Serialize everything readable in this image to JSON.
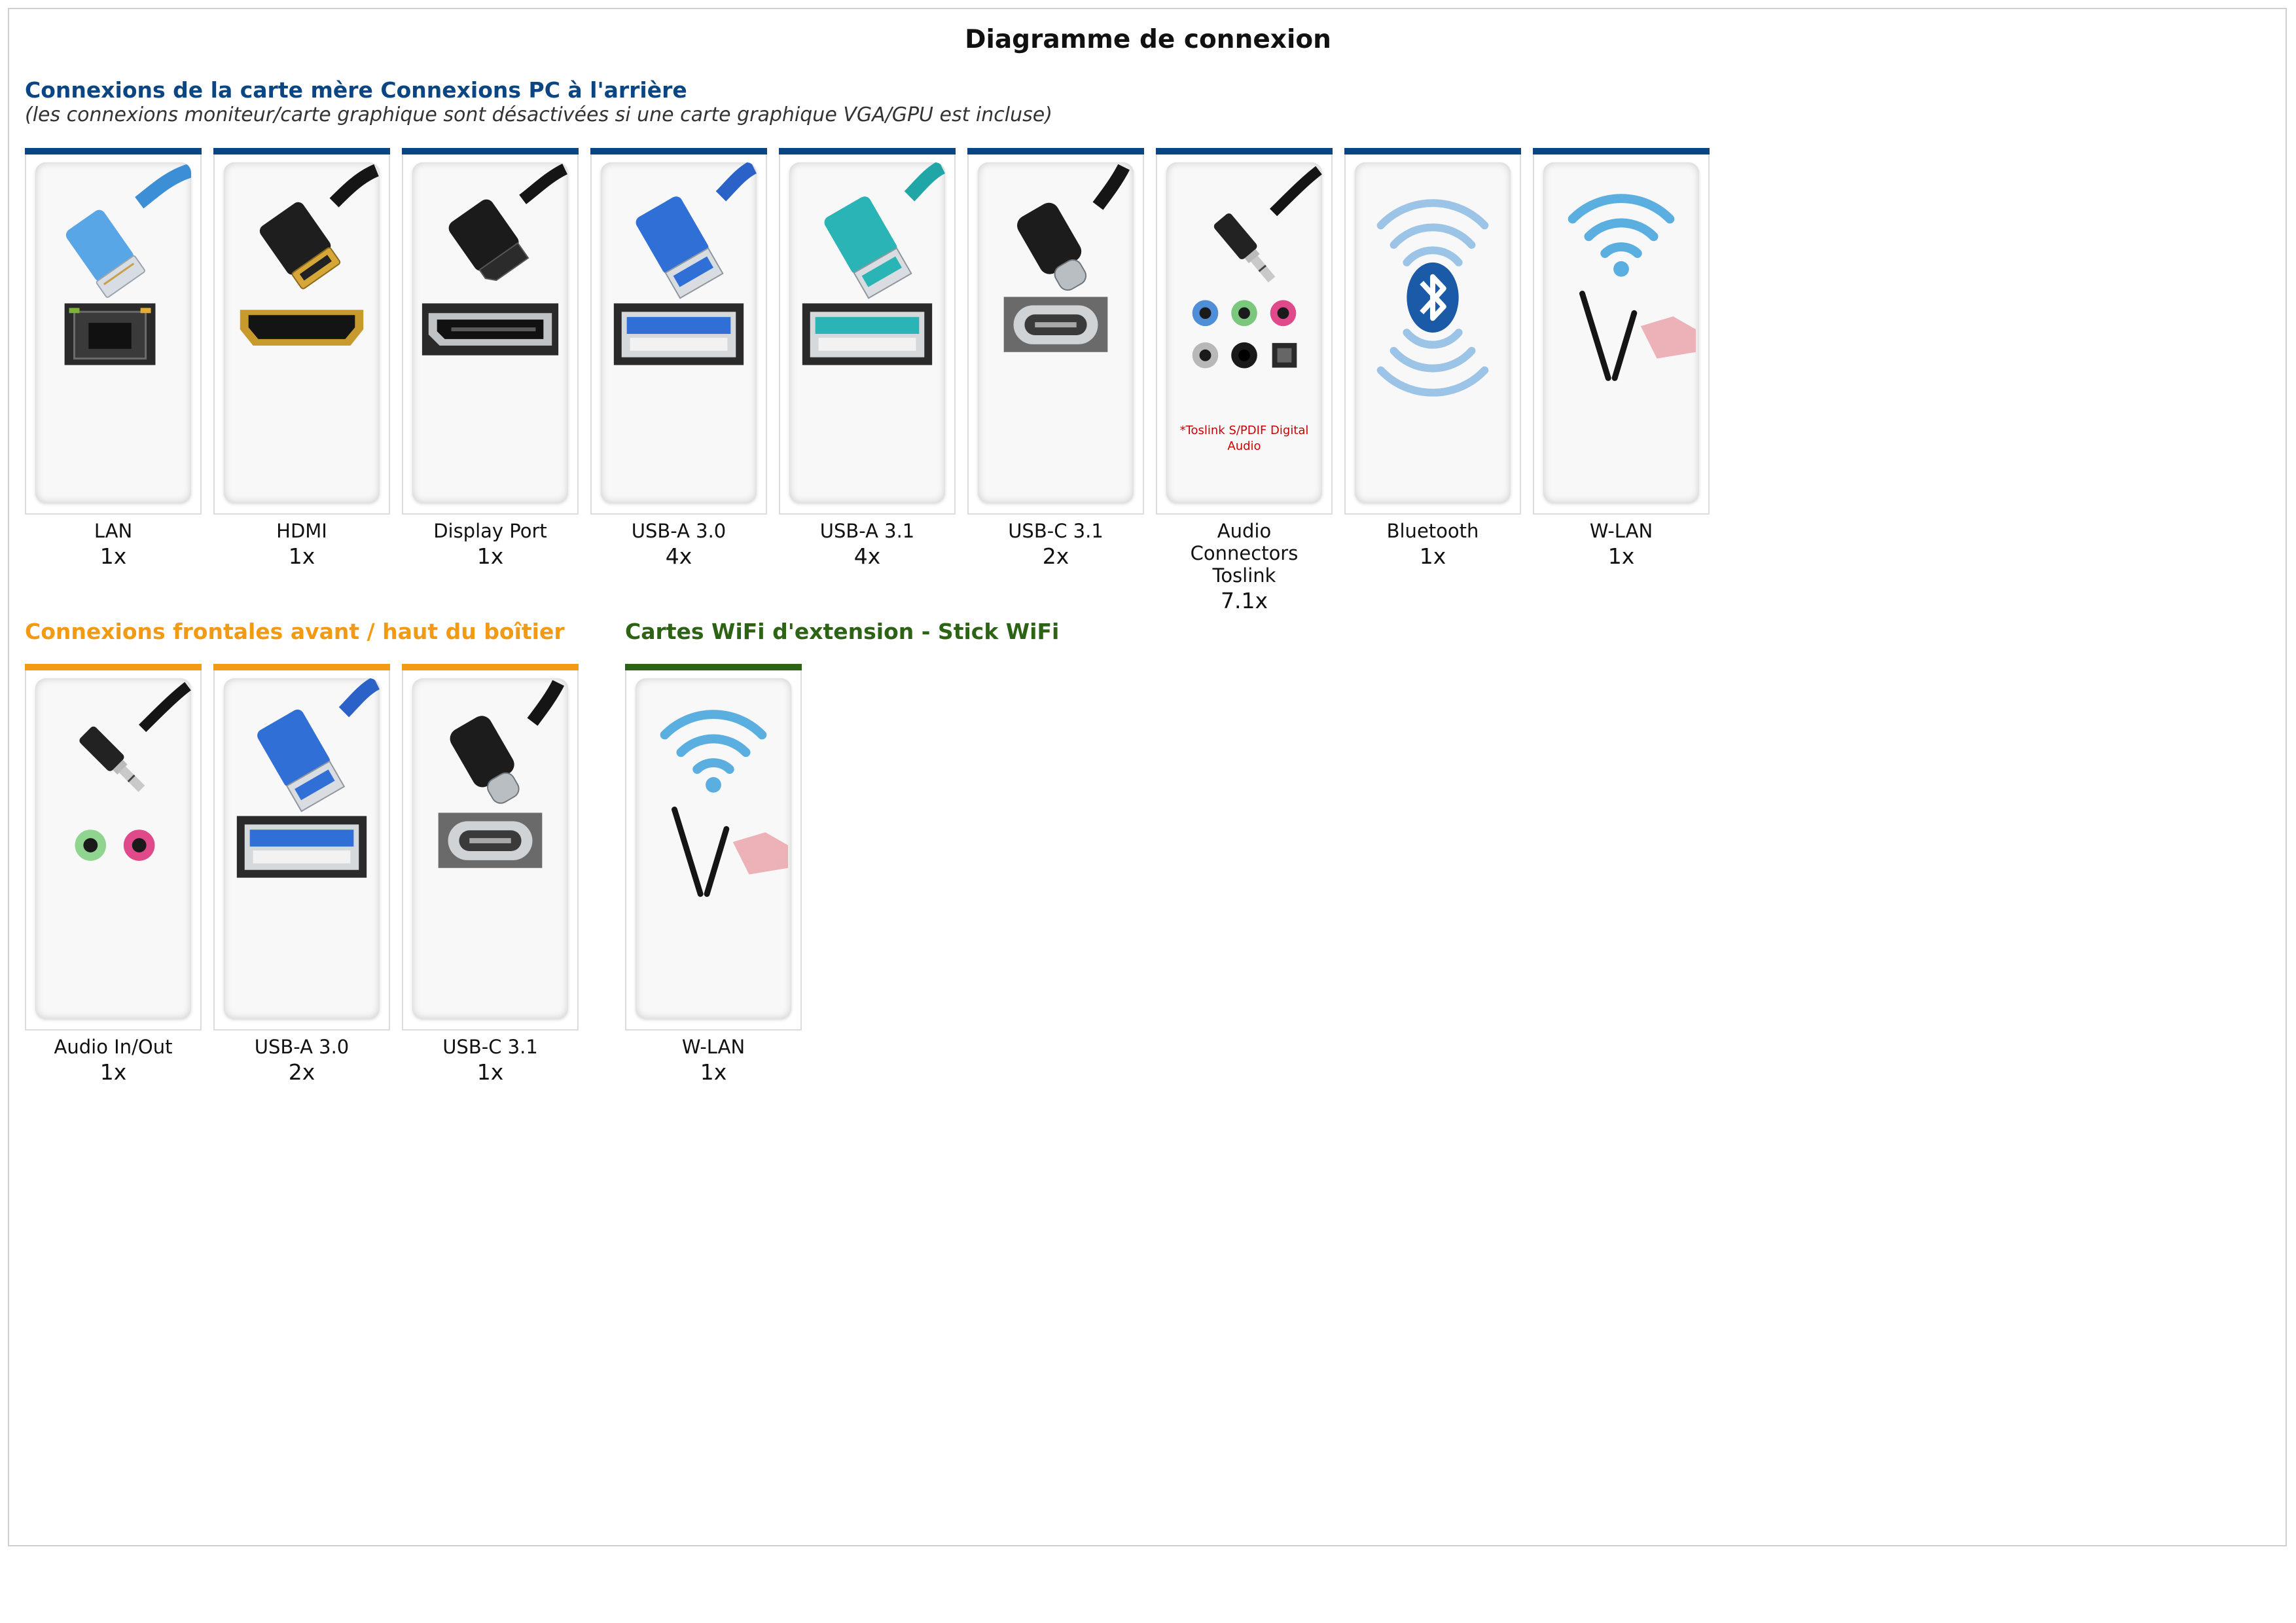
{
  "title": "Diagramme de connexion",
  "colors": {
    "motherboard": "#0b4682",
    "front": "#f29a14",
    "wifi": "#2c6314"
  },
  "sections": {
    "motherboard": {
      "title": "Connexions de la carte mère Connexions PC à l'arrière",
      "note": "(les connexions moniteur/carte graphique sont désactivées si une carte graphique VGA/GPU est incluse)",
      "items": [
        {
          "label": "LAN",
          "count": "1x",
          "icon": "lan-connector-icon"
        },
        {
          "label": "HDMI",
          "count": "1x",
          "icon": "hdmi-connector-icon"
        },
        {
          "label": "Display Port",
          "count": "1x",
          "icon": "displayport-connector-icon"
        },
        {
          "label": "USB-A 3.0",
          "count": "4x",
          "icon": "usb-a-connector-icon"
        },
        {
          "label": "USB-A 3.1",
          "count": "4x",
          "icon": "usb-a-connector-icon"
        },
        {
          "label": "USB-C 3.1",
          "count": "2x",
          "icon": "usb-c-connector-icon"
        },
        {
          "label": "Audio Connectors Toslink",
          "count": "7.1x",
          "icon": "audio-jack-icon",
          "note": "*Toslink S/PDIF Digital Audio"
        },
        {
          "label": "Bluetooth",
          "count": "1x",
          "icon": "bluetooth-icon"
        },
        {
          "label": "W-LAN",
          "count": "1x",
          "icon": "wifi-icon"
        }
      ]
    },
    "front": {
      "title": "Connexions frontales avant / haut du boîtier",
      "items": [
        {
          "label": "Audio In/Out",
          "count": "1x",
          "icon": "audio-jack-icon"
        },
        {
          "label": "USB-A 3.0",
          "count": "2x",
          "icon": "usb-a-connector-icon"
        },
        {
          "label": "USB-C 3.1",
          "count": "1x",
          "icon": "usb-c-connector-icon"
        }
      ]
    },
    "wifi": {
      "title": "Cartes WiFi d'extension - Stick WiFi",
      "items": [
        {
          "label": "W-LAN",
          "count": "1x",
          "icon": "wifi-icon"
        }
      ]
    }
  }
}
